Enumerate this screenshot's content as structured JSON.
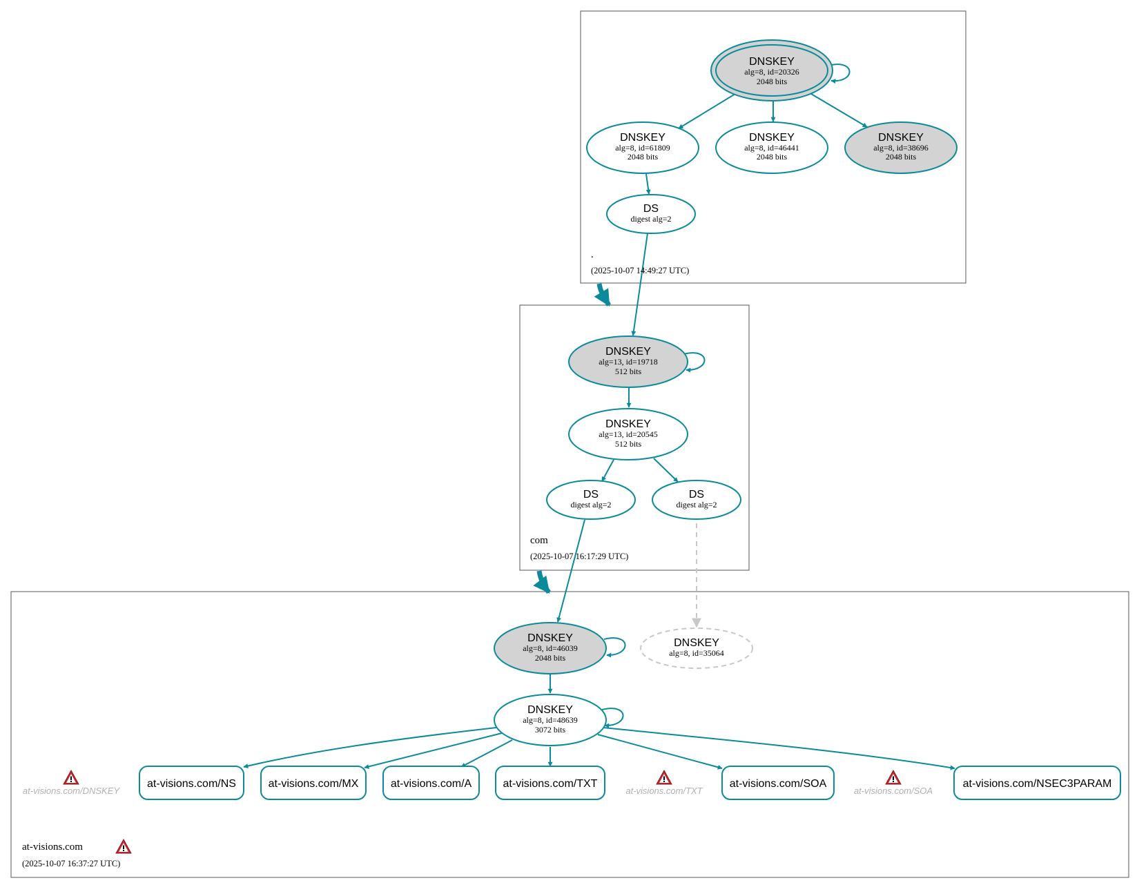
{
  "colors": {
    "edge": "#0a8a9a",
    "sep_fill": "#d3d3d3",
    "missing": "#c8c8c8",
    "warning": "#c0262d"
  },
  "zones": {
    "root": {
      "name": ".",
      "timestamp": "(2025-10-07 14:49:27 UTC)"
    },
    "com": {
      "name": "com",
      "timestamp": "(2025-10-07 16:17:29 UTC)"
    },
    "atv": {
      "name": "at-visions.com",
      "timestamp": "(2025-10-07 16:37:27 UTC)"
    }
  },
  "nodes": {
    "root_ksk": {
      "type": "DNSKEY",
      "line1": "alg=8, id=20326",
      "line2": "2048 bits"
    },
    "root_zsk1": {
      "type": "DNSKEY",
      "line1": "alg=8, id=61809",
      "line2": "2048 bits"
    },
    "root_zsk2": {
      "type": "DNSKEY",
      "line1": "alg=8, id=46441",
      "line2": "2048 bits"
    },
    "root_ksk2": {
      "type": "DNSKEY",
      "line1": "alg=8, id=38696",
      "line2": "2048 bits"
    },
    "root_ds": {
      "type": "DS",
      "line1": "digest alg=2"
    },
    "com_ksk": {
      "type": "DNSKEY",
      "line1": "alg=13, id=19718",
      "line2": "512 bits"
    },
    "com_zsk": {
      "type": "DNSKEY",
      "line1": "alg=13, id=20545",
      "line2": "512 bits"
    },
    "com_ds1": {
      "type": "DS",
      "line1": "digest alg=2"
    },
    "com_ds2": {
      "type": "DS",
      "line1": "digest alg=2"
    },
    "atv_ksk": {
      "type": "DNSKEY",
      "line1": "alg=8, id=46039",
      "line2": "2048 bits"
    },
    "atv_missing": {
      "type": "DNSKEY",
      "line1": "alg=8, id=35064"
    },
    "atv_zsk": {
      "type": "DNSKEY",
      "line1": "alg=8, id=48639",
      "line2": "3072 bits"
    }
  },
  "rrsets": {
    "ns": "at-visions.com/NS",
    "mx": "at-visions.com/MX",
    "a": "at-visions.com/A",
    "txt": "at-visions.com/TXT",
    "soa": "at-visions.com/SOA",
    "nsec3param": "at-visions.com/NSEC3PARAM"
  },
  "warnings": {
    "dnskey": "at-visions.com/DNSKEY",
    "txt": "at-visions.com/TXT",
    "soa": "at-visions.com/SOA"
  }
}
